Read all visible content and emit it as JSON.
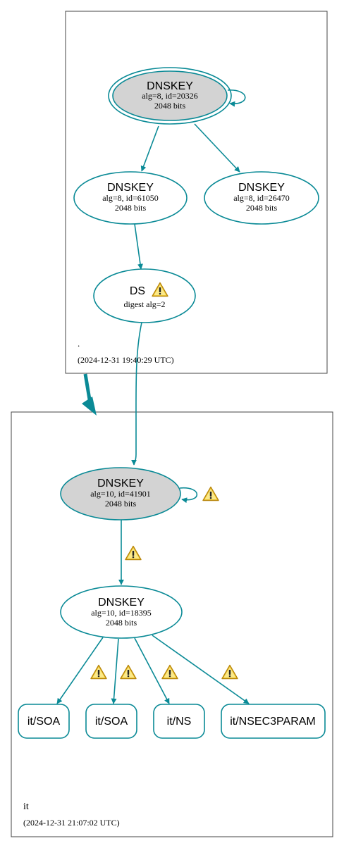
{
  "colors": {
    "edge": "#0a8a96",
    "node_border": "#0a8a96",
    "sep_fill": "#d3d3d3",
    "cluster_border": "#444444",
    "warning_fill": "#f7d23e",
    "warning_stroke": "#b8860b"
  },
  "icons": {
    "warning": "warning-icon",
    "warning_glyph": "!"
  },
  "clusters": {
    "root": {
      "label": ".",
      "timestamp": "(2024-12-31 19:40:29 UTC)"
    },
    "it": {
      "label": "it",
      "timestamp": "(2024-12-31 21:07:02 UTC)"
    }
  },
  "nodes": {
    "root_ksk": {
      "title": "DNSKEY",
      "line1": "alg=8, id=20326",
      "line2": "2048 bits"
    },
    "root_zsk1": {
      "title": "DNSKEY",
      "line1": "alg=8, id=61050",
      "line2": "2048 bits"
    },
    "root_zsk2": {
      "title": "DNSKEY",
      "line1": "alg=8, id=26470",
      "line2": "2048 bits"
    },
    "it_ds": {
      "title": "DS",
      "line1": "digest alg=2"
    },
    "it_ksk": {
      "title": "DNSKEY",
      "line1": "alg=10, id=41901",
      "line2": "2048 bits"
    },
    "it_zsk": {
      "title": "DNSKEY",
      "line1": "alg=10, id=18395",
      "line2": "2048 bits"
    },
    "rr_soa1": {
      "label": "it/SOA"
    },
    "rr_soa2": {
      "label": "it/SOA"
    },
    "rr_ns": {
      "label": "it/NS"
    },
    "rr_nsec3param": {
      "label": "it/NSEC3PARAM"
    }
  }
}
